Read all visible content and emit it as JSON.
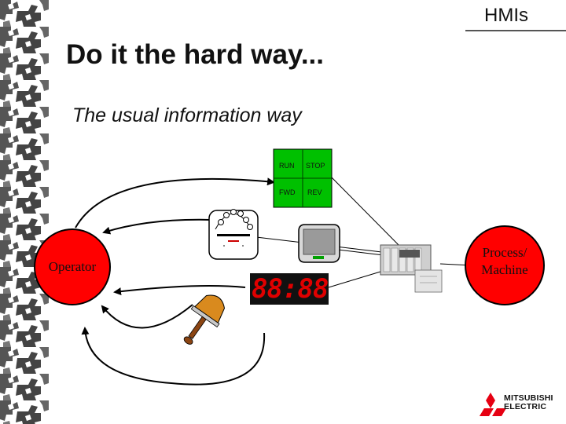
{
  "header": {
    "section_label": "HMIs"
  },
  "slide": {
    "title": "Do it the hard way...",
    "subtitle": "The usual information way"
  },
  "nodes": {
    "operator": "Operator",
    "process_line1": "Process/",
    "process_line2": "Machine"
  },
  "control_panel": {
    "run": "RUN",
    "stop": "STOP",
    "fwd": "FWD",
    "rev": "REV",
    "color": "#00c000"
  },
  "seven_segment": {
    "value": "88:88",
    "color": "#e00000"
  },
  "brand": {
    "line1": "MITSUBISHI",
    "line2": "ELECTRIC",
    "logo_icon": "three-diamonds-icon"
  },
  "colors": {
    "node_fill": "#ff0000",
    "node_stroke": "#000000"
  }
}
